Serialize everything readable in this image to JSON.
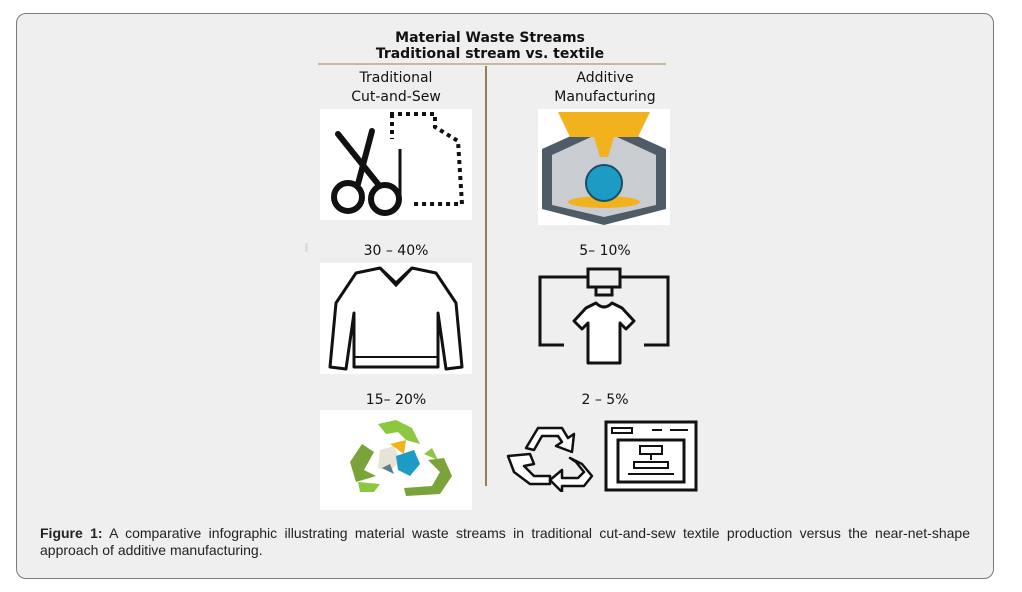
{
  "header": {
    "title": "Material Waste Streams",
    "subtitle": "Traditional stream vs. textile"
  },
  "columns": {
    "traditional": {
      "line1": "Traditional",
      "line2": "Cut-and-Sew"
    },
    "additive": {
      "line1": "Additive",
      "line2": "Manufacturing"
    }
  },
  "values": {
    "traditional_cutting": "30 – 40%",
    "traditional_garment": "15– 20%",
    "additive_printing": "5– 10%",
    "additive_recycling": "2 – 5%"
  },
  "caption": {
    "label": "Figure 1:",
    "text": " A comparative infographic illustrating material waste streams in traditional cut-and-sew textile production versus the near-net-shape approach of additive manufacturing."
  },
  "icons": [
    "scissors-pattern-icon",
    "3d-printer-nozzle-icon",
    "sweater-icon",
    "printed-tshirt-icon",
    "recycle-textile-icon",
    "recycle-arrows-icon",
    "3d-printer-icon"
  ],
  "colors": {
    "nozzle": "#f2b21b",
    "print-ball": "#1e9bc4",
    "divider": "#9b7e52",
    "recycle-green": "#8dc63f"
  }
}
